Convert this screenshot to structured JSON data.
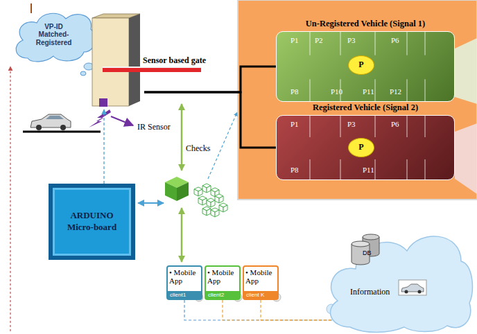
{
  "diagram": {
    "nodes": [
      {
        "text": [
          "VP-ID Matched-Registered"
        ]
      },
      {
        "text": [
          "Sensor based gate"
        ]
      },
      {
        "text": [
          "Un-Registered Vehicle (Signal 1)"
        ]
      },
      {
        "text": [
          "P"
        ],
        "in": 2
      },
      {
        "text": [
          "Registered Vehicle (Signal 2)"
        ]
      },
      {
        "text": [
          "P"
        ],
        "in": 4
      },
      {
        "text": [
          "ARDUINO Micro-board"
        ]
      },
      {
        "text": [
          "• Mobile App",
          "client1"
        ]
      },
      {
        "text": [
          "• Mobile App",
          "client2"
        ]
      },
      {
        "text": [
          "• Mobile App",
          "client K"
        ]
      },
      {
        "text": [
          "Information"
        ]
      },
      {
        "text": [
          "DB"
        ],
        "in": 10
      }
    ],
    "edges": [
      {
        "from": 1,
        "to": 2,
        "arrow": "none"
      },
      {
        "from": 1,
        "to": 4,
        "arrow": "none"
      },
      {
        "from": 6,
        "to": 1,
        "arrow": "to"
      },
      {
        "from": 7,
        "to": 10,
        "arrow": "none"
      },
      {
        "from": 8,
        "to": 10,
        "arrow": "none"
      },
      {
        "from": 9,
        "to": 10,
        "arrow": "none"
      }
    ],
    "labels": [
      "|",
      "IR Sensor",
      "Checks",
      "P1",
      "P2",
      "P3",
      "P6",
      "P8",
      "P10",
      "P11",
      "P12",
      "P1",
      "P3",
      "P6",
      "P8",
      "P11"
    ]
  }
}
